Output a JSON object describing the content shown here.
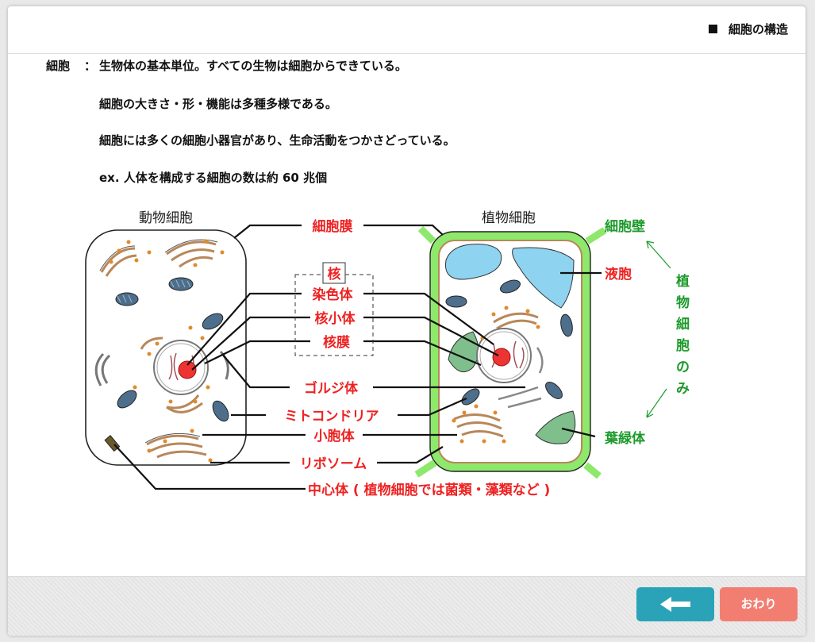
{
  "header": {
    "title": "細胞の構造"
  },
  "intro": {
    "term": "細胞",
    "colon": "：",
    "lines": [
      "生物体の基本単位。すべての生物は細胞からできている。",
      "細胞の大きさ・形・機能は多種多様である。",
      "細胞には多くの細胞小器官があり、生命活動をつかさどっている。",
      "ex. 人体を構成する細胞の数は約 60 兆個"
    ]
  },
  "diagram": {
    "animal_cell_title": "動物細胞",
    "plant_cell_title": "植物細胞",
    "nucleus_box_label": "核",
    "labels": {
      "cell_membrane": "細胞膜",
      "chromosome": "染色体",
      "nucleolus": "核小体",
      "nuclear_membrane": "核膜",
      "golgi": "ゴルジ体",
      "mitochondria": "ミトコンドリア",
      "vesicle": "小胞体",
      "ribosome": "リボソーム",
      "centrosome": "中心体 ( 植物細胞では菌類・藻類など )",
      "cell_wall": "細胞壁",
      "vacuole": "液胞",
      "chloroplast": "葉緑体",
      "plant_only": "植物細胞のみ"
    },
    "colors": {
      "label_red": "#ee2222",
      "label_green": "#1c9a2a",
      "cell_wall": "#8ee86b",
      "vacuole": "#8ed3f0",
      "chloroplast": "#7fbf8c",
      "nucleus": "#ee3333",
      "golgi": "#b8875a",
      "mitochondria": "#4d6f8c"
    }
  },
  "footer": {
    "back_icon": "arrow-left-icon",
    "end_label": "おわり"
  }
}
